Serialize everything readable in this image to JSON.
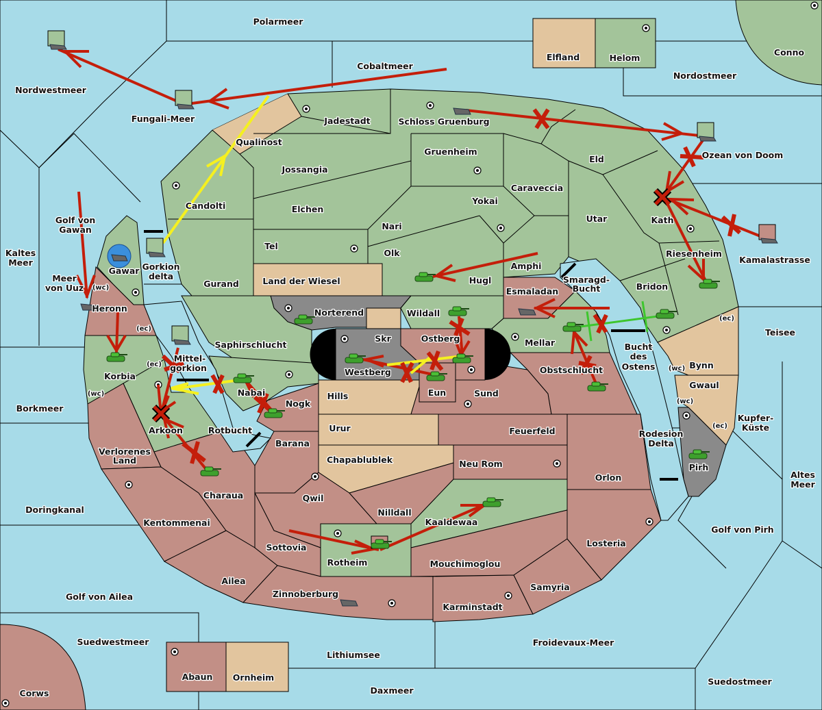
{
  "map": {
    "title": "Diplomacy variant map",
    "colors": {
      "sea": "#a7dbe8",
      "power_green": "#a3c49a",
      "power_red": "#c28f86",
      "neutral_tan": "#e2c59e",
      "impassable_gray": "#8a8a8a",
      "move_order": "#c41e0a",
      "support_order": "#f5f020",
      "convoy_order": "#3ec62e"
    },
    "seas": {
      "polarmeer": "Polarmeer",
      "cobaltmeer": "Cobaltmeer",
      "nordwestmeer": "Nordwestmeer",
      "fungali": "Fungali-Meer",
      "nordostmeer": "Nordostmeer",
      "ozean_doom": "Ozean von Doom",
      "kamalastrasse": "Kamalastrasse",
      "teisee": "Teisee",
      "kupfer": "Kupfer-\nKüste",
      "kupfer1": "Kupfer-",
      "kupfer2": "Küste",
      "altes1": "Altes",
      "altes2": "Meer",
      "golf_pirh": "Golf von Pirh",
      "froidevaux": "Froidevaux-Meer",
      "suedostmeer": "Suedostmeer",
      "daxmeer": "Daxmeer",
      "lithiumsee": "Lithiumsee",
      "suedwestmeer": "Suedwestmeer",
      "golf_ailea": "Golf von Ailea",
      "doringkanal": "Doringkanal",
      "borkmeer": "Borkmeer",
      "kaltes1": "Kaltes",
      "kaltes2": "Meer",
      "golf_gawan1": "Golf von",
      "golf_gawan2": "Gawan",
      "uuz1": "Meer",
      "uuz2": "von Uuz",
      "gorkion_delta1": "Gorkion",
      "gorkion_delta2": "delta",
      "mittel1": "Mittel-",
      "mittel2": "gorkion",
      "rotbucht": "Rotbucht",
      "smaragd1": "Smaragd-",
      "smaragd2": "Bucht",
      "bucht1": "Bucht",
      "bucht2": "des",
      "bucht3": "Ostens",
      "rodesion1": "Rodesion",
      "rodesion2": "Delta"
    },
    "lands": {
      "elfland": "Elfland",
      "helom": "Helom",
      "conno": "Conno",
      "qualinost": "Qualinost",
      "jadestadt": "Jadestadt",
      "schloss": "Schloss Gruenburg",
      "gruenheim": "Gruenheim",
      "eld": "Eld",
      "jossangia": "Jossangia",
      "candolti": "Candolti",
      "elchen": "Elchen",
      "caraveccia": "Caraveccia",
      "yokai": "Yokai",
      "nari": "Nari",
      "utar": "Utar",
      "kath": "Kath",
      "tel": "Tel",
      "olk": "Olk",
      "amphi": "Amphi",
      "riesenheim": "Riesenheim",
      "gawar": "Gawar",
      "gurand": "Gurand",
      "land_wiesel": "Land der Wiesel",
      "hugl": "Hugl",
      "bridon": "Bridon",
      "esmaladan": "Esmaladan",
      "norterend": "Norterend",
      "wildall": "Wildall",
      "skr": "Skr",
      "ostberg": "Ostberg",
      "mellar": "Mellar",
      "heronn": "Heronn",
      "saphirschlucht": "Saphirschlucht",
      "westberg": "Westberg",
      "obstschlucht": "Obstschlucht",
      "bynn": "Bynn",
      "korbia": "Korbia",
      "nabai": "Nabai",
      "hills": "Hills",
      "eun": "Eun",
      "sund": "Sund",
      "gwaul": "Gwaul",
      "nogk": "Nogk",
      "arkoon": "Arkoon",
      "urur": "Urur",
      "feuerfeld": "Feuerfeld",
      "barana": "Barana",
      "verlorenes1": "Verlorenes",
      "verlorenes2": "Land",
      "chapablublek": "Chapablublek",
      "neu_rom": "Neu Rom",
      "pirh": "Pirh",
      "orlon": "Orlon",
      "charaua": "Charaua",
      "qwil": "Qwil",
      "nilldall": "Nilldall",
      "kaaldewaa": "Kaaldewaa",
      "kentommenai": "Kentommenai",
      "losteria": "Losteria",
      "sottovia": "Sottovia",
      "rotheim": "Rotheim",
      "mouchimoglou": "Mouchimoglou",
      "ailea": "Ailea",
      "samyria": "Samyria",
      "zinnoberburg": "Zinnoberburg",
      "karminstadt": "Karminstadt",
      "abaun": "Abaun",
      "ornheim": "Ornheim",
      "corws": "Corws"
    },
    "coast_tags": {
      "wc": "(wc)",
      "ec": "(ec)"
    },
    "unit_types": {
      "fleet": "fleet-icon",
      "army": "army-icon"
    }
  }
}
